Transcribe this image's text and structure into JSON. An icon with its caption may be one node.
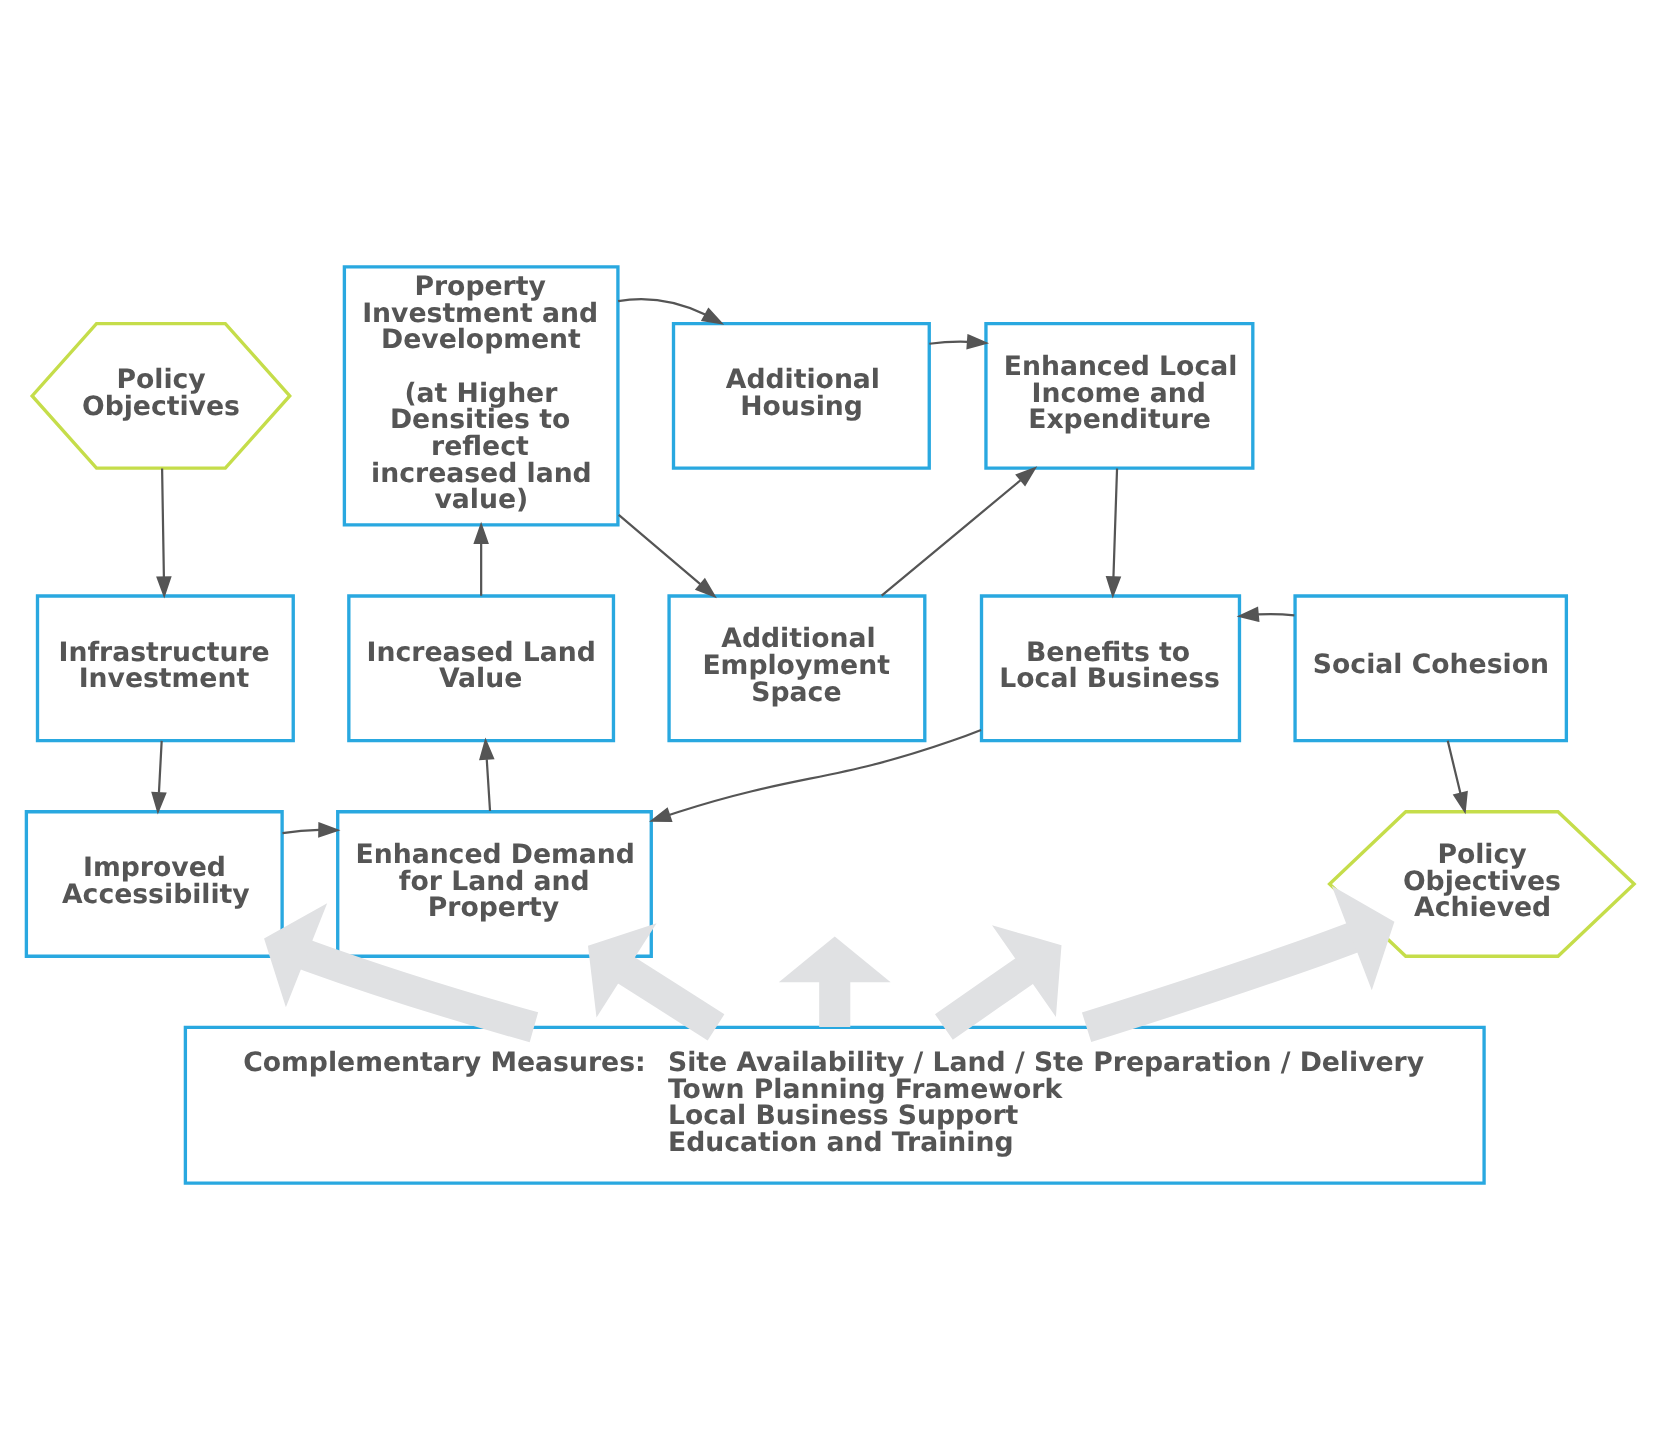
{
  "diagram": {
    "nodes": [
      {
        "text": [
          "Policy Objectives"
        ]
      },
      {
        "text": [
          "Infrastructure Investment"
        ]
      },
      {
        "text": [
          "Property Investment and Development",
          "(at Higher Densities to reflect increased land value)"
        ]
      },
      {
        "text": [
          "Additional Housing"
        ]
      },
      {
        "text": [
          "Additional Employment Space"
        ]
      },
      {
        "text": [
          "Enhanced Local Income and Expenditure"
        ]
      },
      {
        "text": [
          "Increased Land Value"
        ]
      },
      {
        "text": [
          "Benefits to Local Business"
        ]
      },
      {
        "text": [
          "Social Cohesion"
        ]
      },
      {
        "text": [
          "Improved Accessibility"
        ]
      },
      {
        "text": [
          "Enhanced Demand for Land and Property"
        ]
      },
      {
        "text": [
          "Policy Objectives Achieved"
        ]
      },
      {
        "text": [
          "Complementary Measures:",
          "Site Availability / Land / Ste Preparation / Delivery",
          "Town Planning Framework",
          "Local Business Support",
          "Education and Training"
        ]
      }
    ],
    "edges": [
      {
        "from": 0,
        "to": 1,
        "arrow": "to"
      },
      {
        "from": 1,
        "to": 9,
        "arrow": "to"
      },
      {
        "from": 9,
        "to": 10,
        "arrow": "to"
      },
      {
        "from": 10,
        "to": 6,
        "arrow": "to"
      },
      {
        "from": 6,
        "to": 2,
        "arrow": "to"
      },
      {
        "from": 2,
        "to": 3,
        "arrow": "to"
      },
      {
        "from": 2,
        "to": 4,
        "arrow": "to"
      },
      {
        "from": 3,
        "to": 5,
        "arrow": "to"
      },
      {
        "from": 4,
        "to": 5,
        "arrow": "to"
      },
      {
        "from": 5,
        "to": 7,
        "arrow": "to"
      },
      {
        "from": 8,
        "to": 7,
        "arrow": "to"
      },
      {
        "from": 7,
        "to": 10,
        "arrow": "to"
      },
      {
        "from": 8,
        "to": 11,
        "arrow": "to"
      },
      {
        "from": 12,
        "to": 9,
        "arrow": "to",
        "style": "thick",
        "color": "#e0e1e3"
      },
      {
        "from": 12,
        "to": 10,
        "arrow": "to",
        "style": "thick",
        "color": "#e0e1e3"
      },
      {
        "from": 12,
        "to": null,
        "arrow": "to",
        "style": "thick",
        "color": "#e0e1e3"
      },
      {
        "from": 12,
        "to": null,
        "arrow": "to",
        "style": "thick",
        "color": "#e0e1e3"
      },
      {
        "from": 12,
        "to": 11,
        "arrow": "to",
        "style": "thick",
        "color": "#e0e1e3"
      }
    ]
  }
}
